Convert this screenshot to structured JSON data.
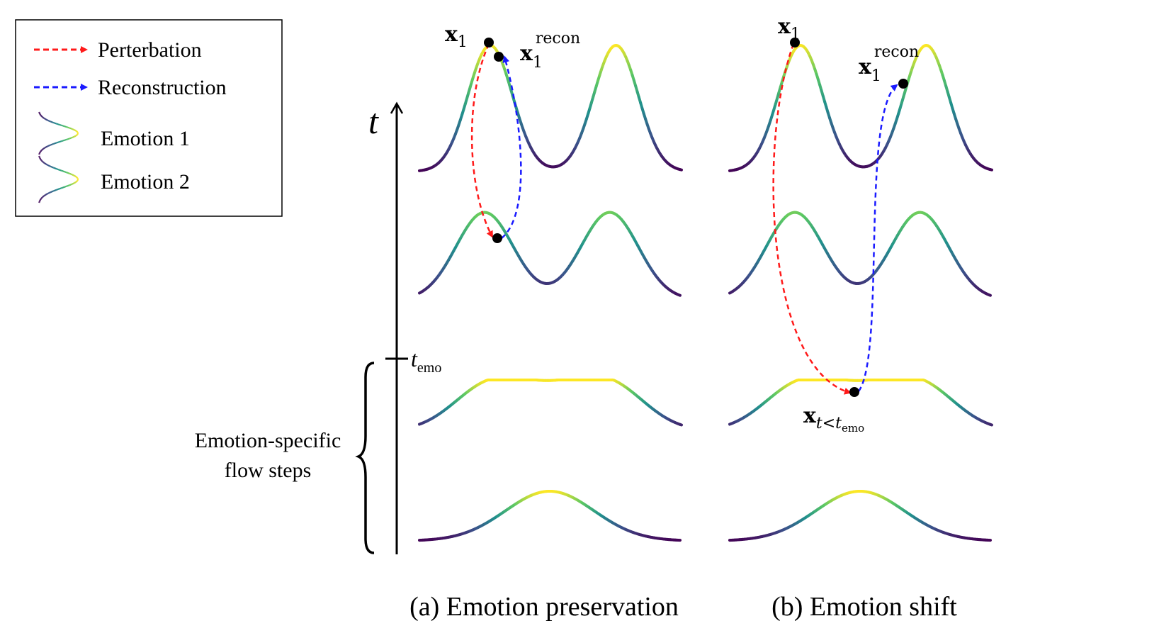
{
  "legend": {
    "perturbation_label": "Perterbation",
    "reconstruction_label": "Reconstruction",
    "emotion1_label": "Emotion 1",
    "emotion2_label": "Emotion 2",
    "perturbation_color": "#ff1a1a",
    "reconstruction_color": "#1a1aff"
  },
  "axis": {
    "t_label": "t",
    "t_emo_main": "t",
    "t_emo_sub": "emo"
  },
  "side_label": {
    "line1": "Emotion-specific",
    "line2": "flow steps"
  },
  "labels": {
    "x1_main": "x",
    "x1_sub": "1",
    "recon_sup": "recon",
    "xt_main": "x",
    "xt_sub_t": "t",
    "xt_sub_lt": "<",
    "xt_sub_t2": "t",
    "xt_sub_emo": "emo"
  },
  "captions": {
    "a": "(a) Emotion preservation",
    "b": "(b) Emotion shift"
  },
  "colormap": "viridis",
  "colors": {
    "viridis_low": "#440154",
    "viridis_mid": "#21918c",
    "viridis_high": "#fde725"
  }
}
